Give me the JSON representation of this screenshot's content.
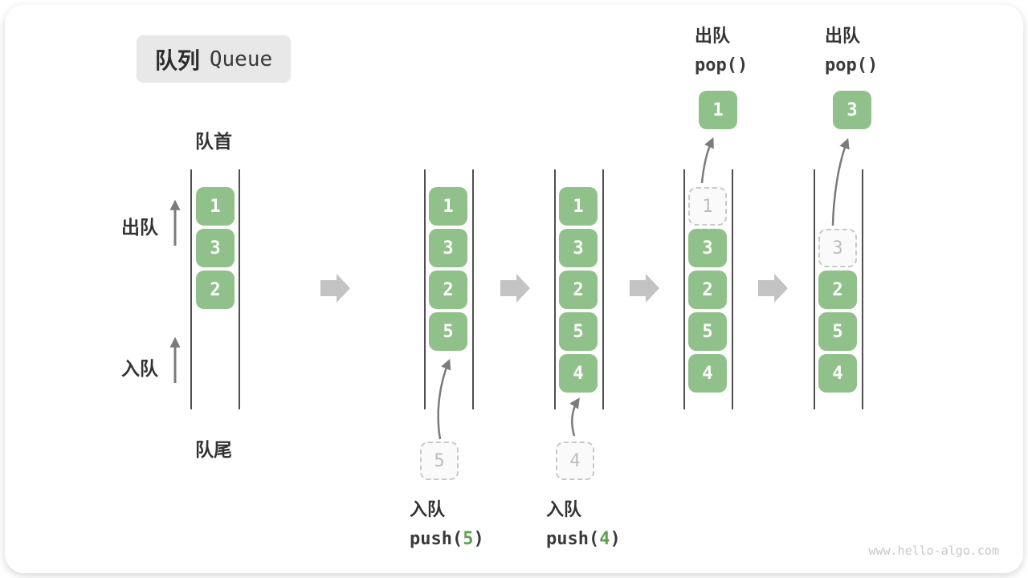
{
  "title": {
    "zh": "队列",
    "en": "Queue"
  },
  "labels": {
    "front": "队首",
    "rear": "队尾",
    "dequeue": "出队",
    "enqueue": "入队"
  },
  "queues": [
    {
      "state": "initial",
      "cells": [
        {
          "value": "1",
          "style": "solid"
        },
        {
          "value": "3",
          "style": "solid"
        },
        {
          "value": "2",
          "style": "solid"
        }
      ]
    },
    {
      "state": "after-push-5",
      "cells": [
        {
          "value": "1",
          "style": "solid"
        },
        {
          "value": "3",
          "style": "solid"
        },
        {
          "value": "2",
          "style": "solid"
        },
        {
          "value": "5",
          "style": "solid"
        }
      ]
    },
    {
      "state": "after-push-4",
      "cells": [
        {
          "value": "1",
          "style": "solid"
        },
        {
          "value": "3",
          "style": "solid"
        },
        {
          "value": "2",
          "style": "solid"
        },
        {
          "value": "5",
          "style": "solid"
        },
        {
          "value": "4",
          "style": "solid"
        }
      ]
    },
    {
      "state": "after-pop-1",
      "popped": "1",
      "cells": [
        {
          "value": "1",
          "style": "ghost"
        },
        {
          "value": "3",
          "style": "solid"
        },
        {
          "value": "2",
          "style": "solid"
        },
        {
          "value": "5",
          "style": "solid"
        },
        {
          "value": "4",
          "style": "solid"
        }
      ]
    },
    {
      "state": "after-pop-3",
      "popped": "3",
      "cells": [
        {
          "value": "3",
          "style": "ghost"
        },
        {
          "value": "2",
          "style": "solid"
        },
        {
          "value": "5",
          "style": "solid"
        },
        {
          "value": "4",
          "style": "solid"
        }
      ]
    }
  ],
  "staged": [
    {
      "value": "5"
    },
    {
      "value": "4"
    }
  ],
  "operations": {
    "push1": {
      "label": "入队",
      "code_prefix": "push(",
      "arg": "5",
      "code_suffix": ")"
    },
    "push2": {
      "label": "入队",
      "code_prefix": "push(",
      "arg": "4",
      "code_suffix": ")"
    },
    "pop1": {
      "label": "出队",
      "code": "pop()"
    },
    "pop2": {
      "label": "出队",
      "code": "pop()"
    }
  },
  "watermark": "www.hello-algo.com",
  "colors": {
    "item_green": "#90C18A",
    "code_green": "#5FA053",
    "step_arrow_gray": "#C3C3C3",
    "rail_dark": "#4F4F4F",
    "arrow_gray": "#7B7B7B",
    "ghost_border": "#C9C9C9",
    "ghost_bg": "#FAFAFA",
    "ghost_text": "#BDBDBD",
    "badge_bg": "#E8E8E8",
    "text_dark": "#333333",
    "watermark_gray": "#C8C8C8"
  }
}
